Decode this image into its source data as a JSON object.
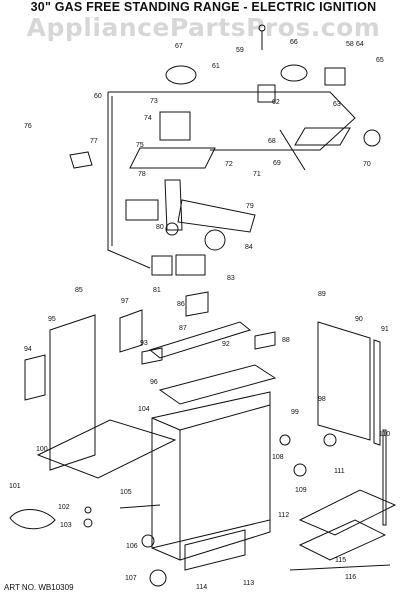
{
  "title": "30\" GAS FREE STANDING RANGE - ELECTRIC IGNITION",
  "watermark": "AppliancePartsPros.com",
  "art_number": "ART NO. WB10309",
  "colors": {
    "ink": "#111111",
    "paper": "#ffffff",
    "watermark": "#9a9a9a"
  },
  "parts": [
    "58",
    "59",
    "60",
    "61",
    "62",
    "63",
    "64",
    "65",
    "66",
    "67",
    "68",
    "69",
    "70",
    "71",
    "72",
    "73",
    "74",
    "75",
    "76",
    "77",
    "78",
    "79",
    "80",
    "81",
    "83",
    "84",
    "85",
    "86",
    "87",
    "88",
    "89",
    "90",
    "91",
    "92",
    "93",
    "94",
    "95",
    "96",
    "97",
    "98",
    "99",
    "100",
    "101",
    "102",
    "103",
    "104",
    "105",
    "106",
    "107",
    "108",
    "109",
    "110",
    "111",
    "112",
    "113",
    "114",
    "115",
    "116"
  ]
}
